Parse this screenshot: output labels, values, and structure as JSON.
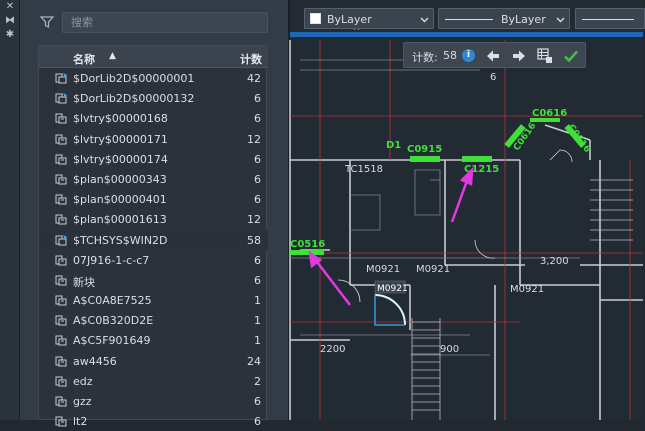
{
  "search": {
    "placeholder": "搜索"
  },
  "table": {
    "col_name": "名称",
    "col_count": "计数",
    "rows": [
      {
        "name": "$DorLib2D$00000001",
        "count": "42",
        "icon": "dynamic-block-icon"
      },
      {
        "name": "$DorLib2D$00000132",
        "count": "6",
        "icon": "dynamic-block-icon"
      },
      {
        "name": "$lvtry$00000168",
        "count": "6",
        "icon": "block-icon"
      },
      {
        "name": "$lvtry$00000171",
        "count": "12",
        "icon": "block-icon"
      },
      {
        "name": "$lvtry$00000174",
        "count": "6",
        "icon": "block-icon"
      },
      {
        "name": "$plan$00000343",
        "count": "6",
        "icon": "block-icon"
      },
      {
        "name": "$plan$00000401",
        "count": "6",
        "icon": "block-icon"
      },
      {
        "name": "$plan$00001613",
        "count": "12",
        "icon": "block-icon"
      },
      {
        "name": "$TCHSYS$WIN2D",
        "count": "58",
        "icon": "dynamic-block-icon",
        "selected": true
      },
      {
        "name": "07J916-1-c-c7",
        "count": "6",
        "icon": "block-icon"
      },
      {
        "name": "新块",
        "count": "6",
        "icon": "block-icon"
      },
      {
        "name": "A$C0A8E7525",
        "count": "1",
        "icon": "block-icon"
      },
      {
        "name": "A$C0B320D2E",
        "count": "1",
        "icon": "block-icon"
      },
      {
        "name": "A$C5F901649",
        "count": "1",
        "icon": "block-icon"
      },
      {
        "name": "aw4456",
        "count": "24",
        "icon": "block-icon"
      },
      {
        "name": "edz",
        "count": "2",
        "icon": "block-icon"
      },
      {
        "name": "gzz",
        "count": "6",
        "icon": "block-icon"
      },
      {
        "name": "lt2",
        "count": "6",
        "icon": "block-icon"
      }
    ]
  },
  "toolbar": {
    "layer_value": "ByLayer",
    "linetype_value": "ByLayer"
  },
  "count_bar": {
    "label": "计数:",
    "value": "58"
  },
  "drawing": {
    "labels": {
      "d1": "D1",
      "c0915": "C0915",
      "c1215": "C1215",
      "c0616_top": "C0616",
      "c0616_a": "C0616",
      "c0616_b": "C0616",
      "c0516": "C0516",
      "m0921_a": "M0921",
      "m0921_b": "M0921",
      "m0921_c": "M0921",
      "m0921_tag": "M0921",
      "tc1518": "TC1518",
      "dim_3200": "3,200",
      "dim_2200": "2200",
      "dim_900": "900",
      "num_6": "6"
    }
  },
  "colors": {
    "accent_blue": "#1d67b6",
    "highlight_green": "#3fe03a",
    "arrow_magenta": "#e03be0",
    "confirm_green": "#3ec13e"
  }
}
